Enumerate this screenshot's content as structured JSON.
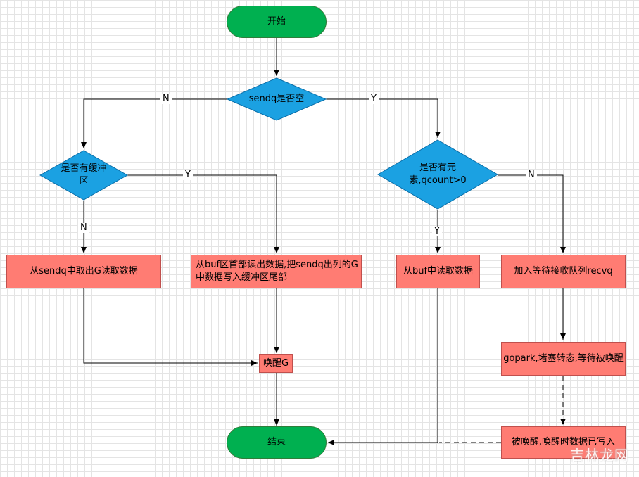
{
  "nodes": {
    "start": "开始",
    "sendq_empty": "sendq是否空",
    "has_buffer": "是否有缓冲\n区",
    "has_elements": "是否有元\n素,qcount>0",
    "take_from_sendq": "从sendq中取出G读取数据",
    "read_buf_head": "从buf区首部读出数据,把sendq出列的G\n中数据写入缓冲区尾部",
    "read_from_buf": "从buf中读取数据",
    "join_recvq": "加入等待接收队列recvq",
    "wake_g": "唤醒G",
    "gopark": "gopark,堵塞转态,等待被唤醒",
    "woken_data": "被唤醒,唤醒时数据已写入",
    "end": "结束"
  },
  "edge_labels": {
    "sendq_no": "N",
    "sendq_yes": "Y",
    "buffer_yes": "Y",
    "buffer_no": "N",
    "elements_yes": "Y",
    "elements_no": "N"
  },
  "watermark": "吉林龙网",
  "colors": {
    "terminal": "#00b050",
    "decision": "#1ba1e2",
    "process": "#ff7c73",
    "edge": "#000000"
  }
}
